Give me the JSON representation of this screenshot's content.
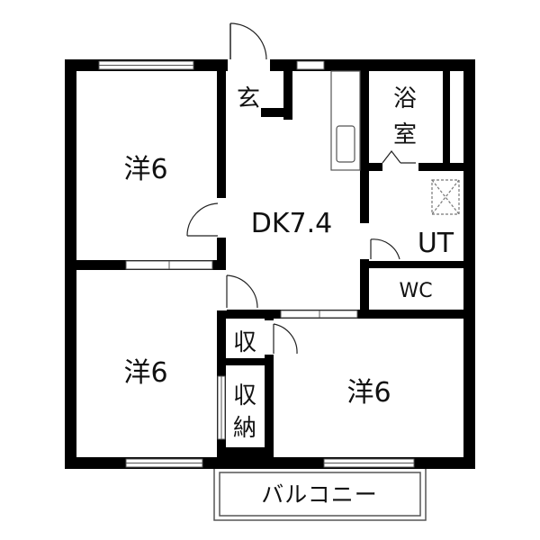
{
  "rooms": {
    "western_top_left": "洋6",
    "western_bottom_left": "洋6",
    "western_bottom_right": "洋6",
    "dining_kitchen": "DK7.4",
    "entrance": "玄",
    "bathroom_line1": "浴",
    "bathroom_line2": "室",
    "utility": "UT",
    "toilet": "WC",
    "closet_small": "収",
    "storage_line1": "収",
    "storage_line2": "納"
  },
  "balcony": "バルコニー"
}
